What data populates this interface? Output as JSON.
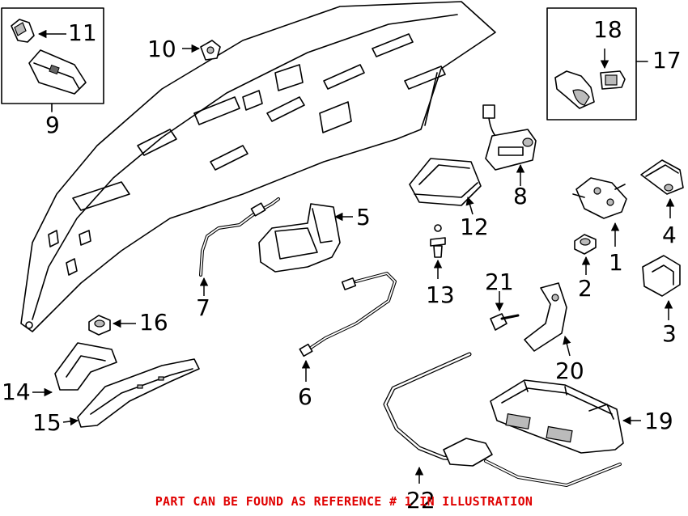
{
  "callouts": {
    "c1": "1",
    "c2": "2",
    "c3": "3",
    "c4": "4",
    "c5": "5",
    "c6": "6",
    "c7": "7",
    "c8": "8",
    "c9": "9",
    "c10": "10",
    "c11": "11",
    "c12": "12",
    "c13": "13",
    "c14": "14",
    "c15": "15",
    "c16": "16",
    "c17": "17",
    "c18": "18",
    "c19": "19",
    "c20": "20",
    "c21": "21",
    "c22": "22"
  },
  "footer": {
    "notice": "PART CAN BE FOUND AS REFERENCE # 1 IN ILLUSTRATION",
    "color": "#e00000"
  }
}
